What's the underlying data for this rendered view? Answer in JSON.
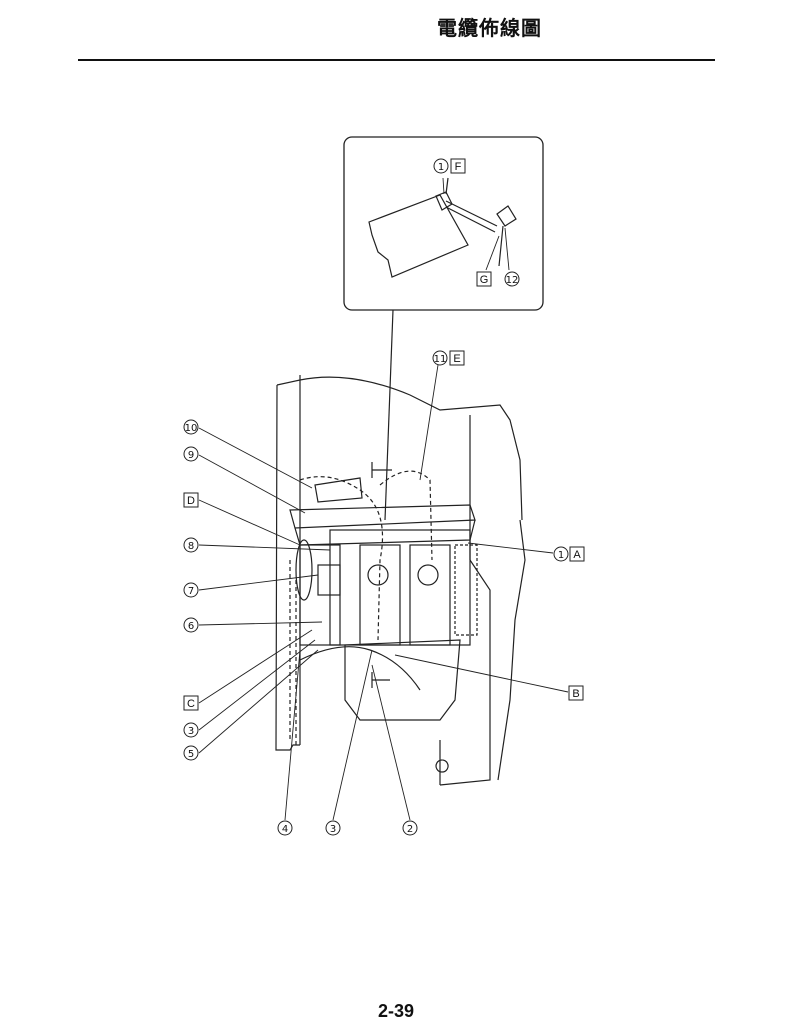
{
  "header": {
    "title": "電纜佈線圖"
  },
  "footer": {
    "page_number": "2-39"
  },
  "callouts": {
    "n1": "1",
    "n2": "2",
    "n3": "3",
    "n4": "4",
    "n5": "5",
    "n6": "6",
    "n7": "7",
    "n8": "8",
    "n9": "9",
    "n10": "10",
    "n11": "11",
    "n12": "12",
    "A": "A",
    "B": "B",
    "C": "C",
    "D": "D",
    "E": "E",
    "F": "F",
    "G": "G"
  }
}
